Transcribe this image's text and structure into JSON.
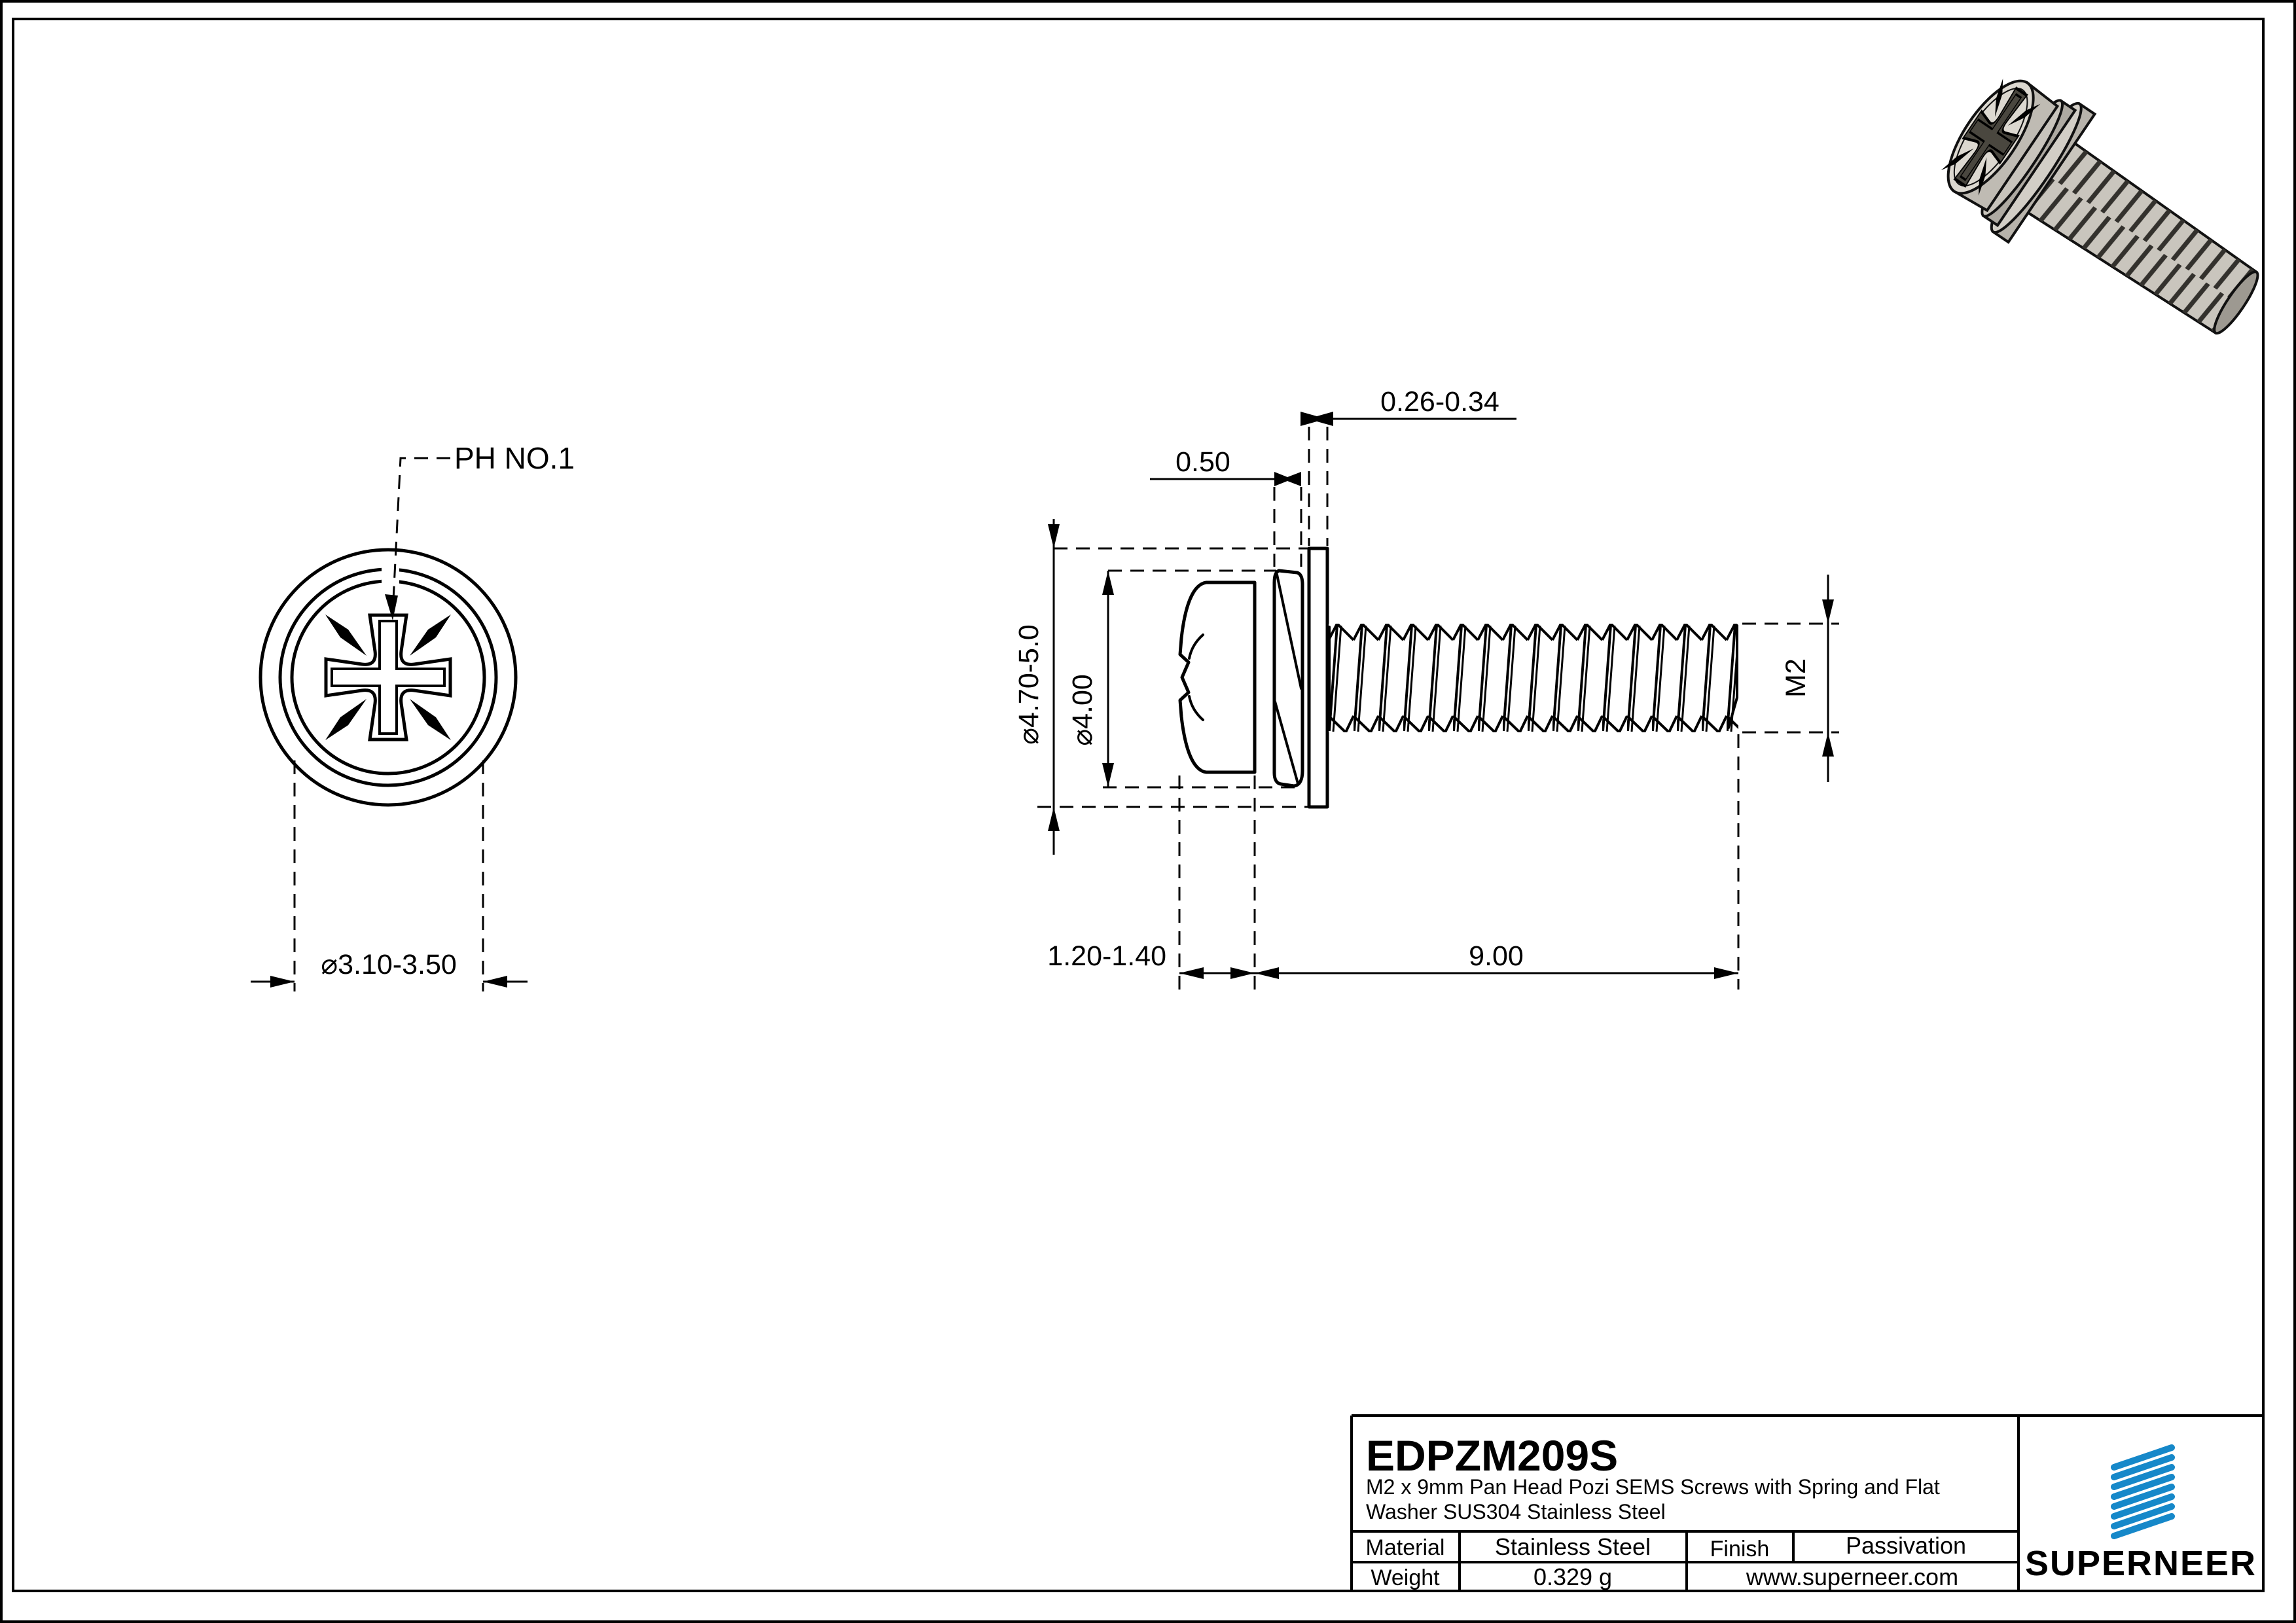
{
  "colors": {
    "brand": "#1688c9",
    "line": "#000000",
    "paper": "#ffffff"
  },
  "front_view": {
    "drive_label": "PH NO.1",
    "recess_diameter": "⌀3.10-3.50"
  },
  "side_view": {
    "flat_washer_thickness": "0.26-0.34",
    "spring_washer_thickness": "0.50",
    "washer_outer_diameter": "⌀4.70-5.0",
    "head_diameter": "⌀4.00",
    "thread_spec": "M2",
    "head_height": "1.20-1.40",
    "thread_length": "9.00"
  },
  "title_block": {
    "part_number": "EDPZM209S",
    "description_line1": "M2 x 9mm Pan Head Pozi SEMS Screws with Spring and Flat",
    "description_line2": "Washer SUS304 Stainless Steel",
    "material_label": "Material",
    "material_value": "Stainless Steel",
    "finish_label": "Finish",
    "finish_value": "Passivation",
    "weight_label": "Weight",
    "weight_value": "0.329 g",
    "website": "www.superneer.com"
  },
  "brand": {
    "name": "SUPERNEER"
  }
}
